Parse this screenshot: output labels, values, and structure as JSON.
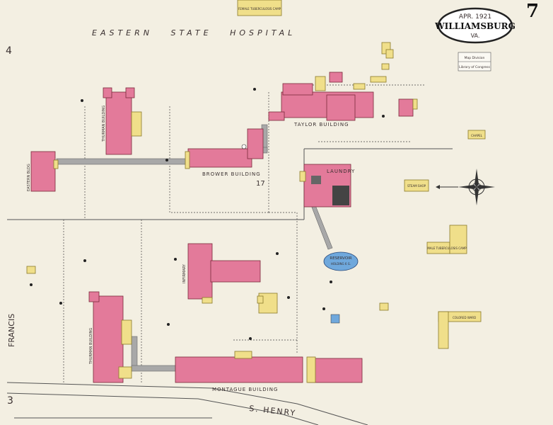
{
  "sheet_number": "7",
  "title_block": {
    "date": "APR. 1921",
    "town": "WILLIAMSBURG",
    "state": "VA."
  },
  "library_stamp": {
    "line1": "Map Division",
    "line2": "Library of Congress"
  },
  "grid_numbers": {
    "left_top": "4",
    "left_bottom": "3"
  },
  "main_title": "EASTERN   STATE   HOSPITAL",
  "streets": {
    "left": "FRANCIS",
    "bottom": "S. HENRY"
  },
  "block_number": "17",
  "buildings": {
    "thurman_upper": "THURMAN BUILDING",
    "eastern_bldg": "EASTERN BLDG",
    "brower": "BROWER BUILDING",
    "taylor": "TAYLOR BUILDING",
    "laundry": "LAUNDRY",
    "infirmary": "INFIRMARY",
    "thurman_lower": "THURMAN BUILDING",
    "montague": "MONTAGUE BUILDING",
    "reservoir_label": "RESERVOIR",
    "reservoir_sub": "HOLDING 6 G.",
    "female_tub": "FEMALE TUBERCULOSIS CAMP",
    "male_tub": "MALE TUBERCULOSIS CAMP",
    "colored_ward": "COLORED WARD",
    "chapel": "CHAPEL",
    "green_shop": "STEAM SHOP"
  },
  "colors": {
    "brick": "#e37a9a",
    "frame": "#f0df8a",
    "paper": "#f3efe2",
    "reservoir": "#6fa8dc"
  }
}
